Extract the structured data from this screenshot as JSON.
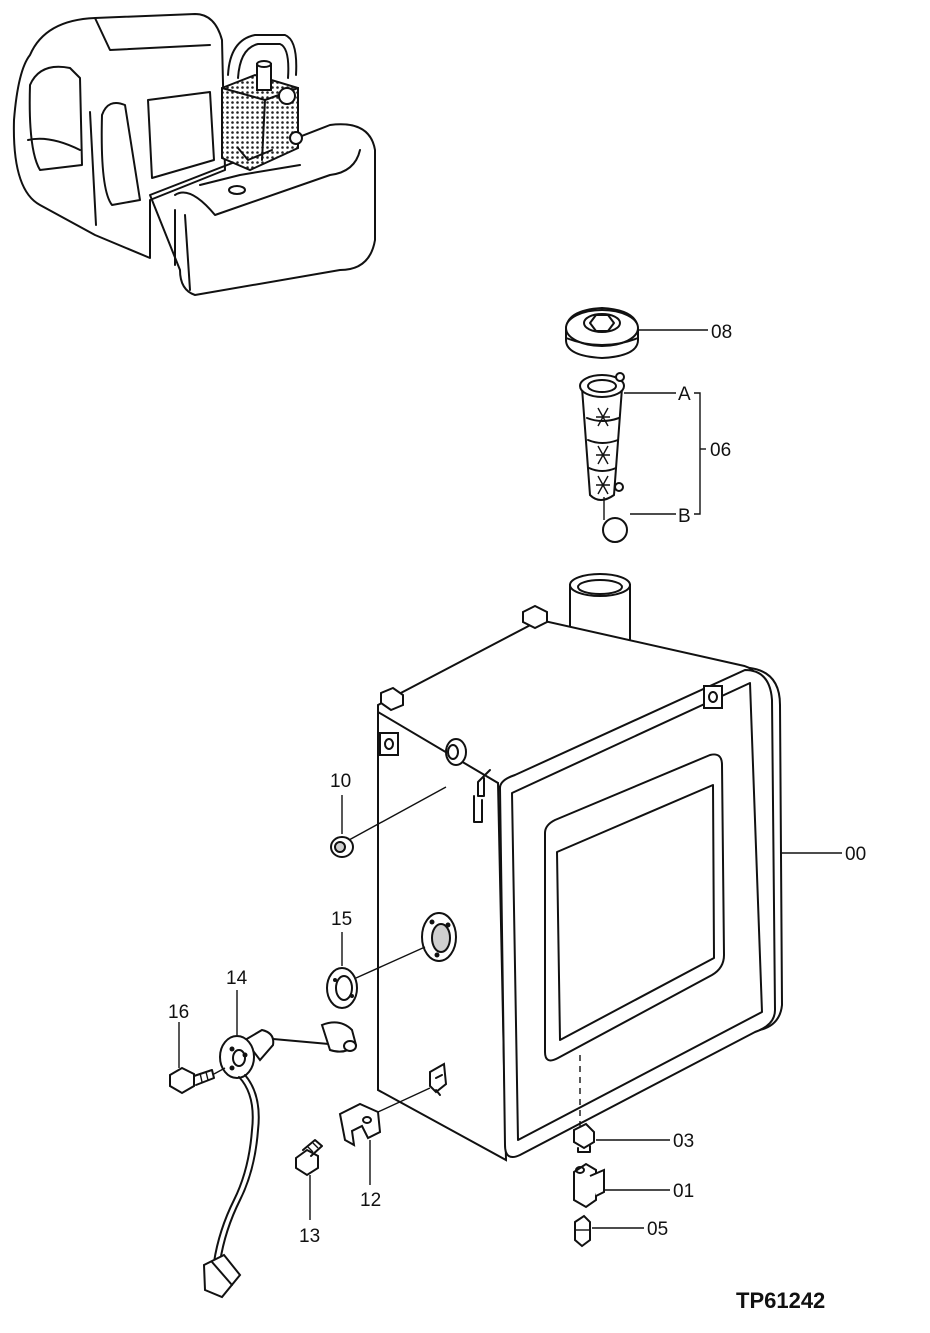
{
  "figure_ref": "TP61242",
  "callouts": {
    "c00": "00",
    "c01": "01",
    "c03": "03",
    "c05": "05",
    "c06": "06",
    "c08": "08",
    "c10": "10",
    "c12": "12",
    "c13": "13",
    "c14": "14",
    "c15": "15",
    "c16": "16",
    "cA": "A",
    "cB": "B"
  }
}
